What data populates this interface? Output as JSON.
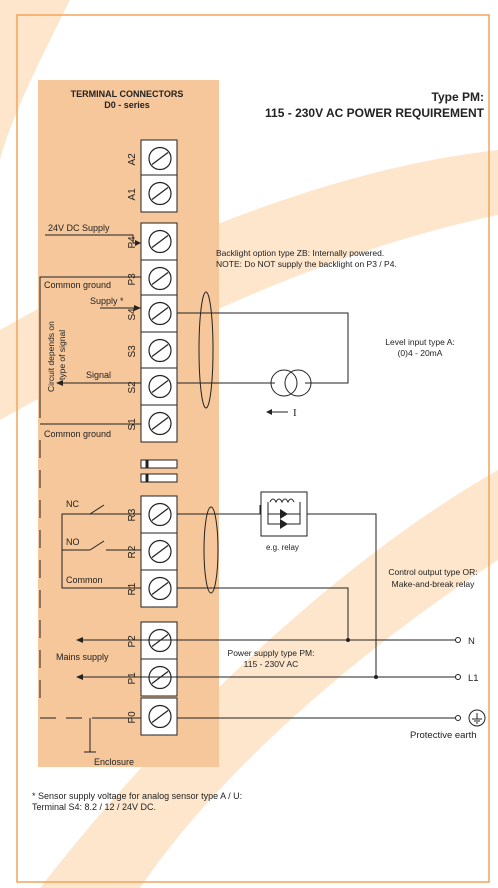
{
  "colors": {
    "panel": "#f6c79a",
    "swoosh": "#fde6cc",
    "border": "#f3a35a",
    "line": "#222222"
  },
  "header": {
    "left_title": "TERMINAL CONNECTORS",
    "left_subtitle": "D0 - series",
    "right_title": "Type PM:",
    "right_subtitle": "115 - 230V AC POWER REQUIREMENT"
  },
  "terminals": [
    "A2",
    "A1",
    "P4",
    "P3",
    "S4",
    "S3",
    "S2",
    "S1",
    "R3",
    "R2",
    "R1",
    "P2",
    "P1",
    "P0"
  ],
  "labels": {
    "dc_supply": "24V DC Supply",
    "common_ground_1": "Common ground",
    "supply": "Supply *",
    "circuit_depends": "Circuit depends on",
    "type_of_signal": "type of signal",
    "signal": "Signal",
    "common_ground_2": "Common ground",
    "nc": "NC",
    "no": "NO",
    "common": "Common",
    "mains_supply": "Mains supply",
    "enclosure": "Enclosure",
    "current_symbol": "I",
    "relay": "e.g. relay",
    "n": "N",
    "l1": "L1",
    "protective_earth": "Protective earth"
  },
  "notes": {
    "backlight_1": "Backlight option type ZB: Internally powered.",
    "backlight_2": "NOTE: Do NOT supply the backlight on P3 / P4.",
    "level_1": "Level input type A:",
    "level_2": "(0)4 - 20mA",
    "control_1": "Control output type OR:",
    "control_2": "Make-and-break relay",
    "power_1": "Power supply type PM:",
    "power_2": "115 - 230V AC",
    "footnote_1": "* Sensor supply voltage for analog sensor type A / U:",
    "footnote_2": "Terminal S4: 8.2 / 12 / 24V DC."
  }
}
